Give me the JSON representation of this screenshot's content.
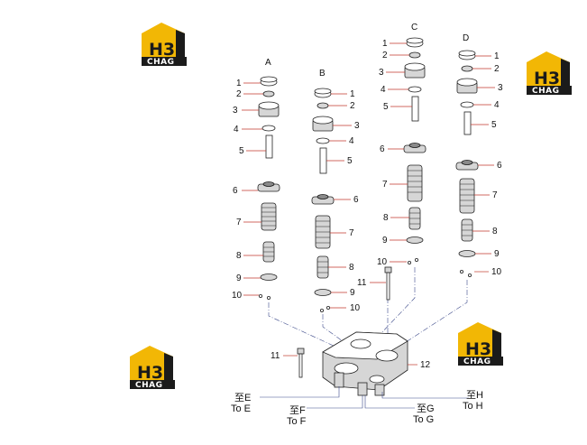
{
  "logo": {
    "mark": "H3",
    "brand": "CHAG",
    "colors": {
      "gold": "#f2b705",
      "dark": "#1b1b1b"
    }
  },
  "columns": [
    "A",
    "B",
    "C",
    "D"
  ],
  "parts": {
    "p1": "1",
    "p2": "2",
    "p3": "3",
    "p4": "4",
    "p5": "5",
    "p6": "6",
    "p7": "7",
    "p8": "8",
    "p9": "9",
    "p10": "10",
    "p11": "11",
    "p12": "12"
  },
  "destinations": {
    "E": {
      "zh": "至E",
      "en": "To E"
    },
    "F": {
      "zh": "至F",
      "en": "To F"
    },
    "G": {
      "zh": "至G",
      "en": "To G"
    },
    "H": {
      "zh": "至H",
      "en": "To H"
    }
  },
  "colors": {
    "leader": "#c0392b",
    "centerline": "#3d4a8a"
  }
}
